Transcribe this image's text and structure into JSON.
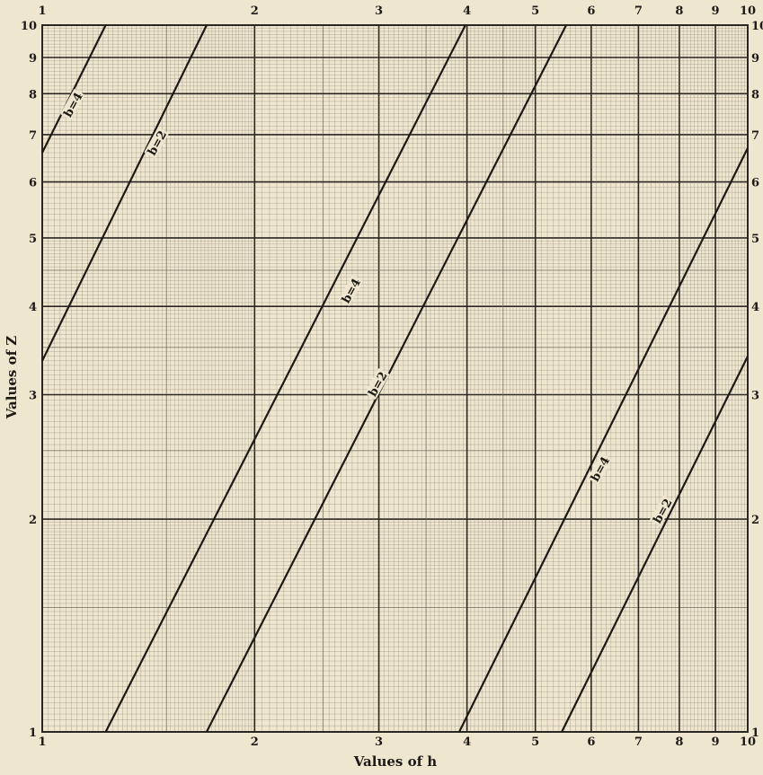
{
  "chart_data": {
    "type": "line",
    "title": "",
    "xlabel": "Values of h",
    "ylabel": "Values of Z",
    "x_scale": "log",
    "y_scale": "log",
    "xlim": [
      1,
      10
    ],
    "ylim": [
      1,
      10
    ],
    "grid": true,
    "legend": "none",
    "x_ticks": [
      "1",
      "2",
      "3",
      "4",
      "5",
      "6",
      "7",
      "8",
      "9",
      "10"
    ],
    "x_tick_values": [
      1,
      2,
      3,
      4,
      5,
      6,
      7,
      8,
      9,
      10
    ],
    "y_ticks": [
      "1",
      "2",
      "3",
      "4",
      "5",
      "6",
      "7",
      "8",
      "9",
      "10"
    ],
    "y_tick_values": [
      1,
      2,
      3,
      4,
      5,
      6,
      7,
      8,
      9,
      10
    ],
    "series": [
      {
        "label": "b=4",
        "x": [
          1,
          1.23
        ],
        "y": [
          6.6,
          10
        ]
      },
      {
        "label": "b=2",
        "x": [
          1,
          1.71
        ],
        "y": [
          3.35,
          10
        ]
      },
      {
        "label": "b=4",
        "x": [
          1.23,
          3.98
        ],
        "y": [
          1,
          10
        ]
      },
      {
        "label": "b=2",
        "x": [
          1.71,
          5.53
        ],
        "y": [
          1,
          10
        ]
      },
      {
        "label": "b=4",
        "x": [
          3.9,
          10
        ],
        "y": [
          1,
          6.7
        ]
      },
      {
        "label": "b=2",
        "x": [
          5.45,
          10
        ],
        "y": [
          1,
          3.4
        ]
      }
    ],
    "curve_labels": [
      {
        "text": "b=4",
        "x": 1.11,
        "y": 7.7
      },
      {
        "text": "b=2",
        "x": 1.46,
        "y": 6.8
      },
      {
        "text": "b=4",
        "x": 2.75,
        "y": 4.2
      },
      {
        "text": "b=2",
        "x": 3.0,
        "y": 3.1
      },
      {
        "text": "b=4",
        "x": 6.2,
        "y": 2.35
      },
      {
        "text": "b=2",
        "x": 7.6,
        "y": 2.05
      }
    ]
  },
  "colors": {
    "paper": "#efe6cf",
    "grid_minor": "#6f6a5e",
    "grid_major": "#2a2722",
    "curve": "#1c1a16",
    "text": "#1c1a16"
  }
}
